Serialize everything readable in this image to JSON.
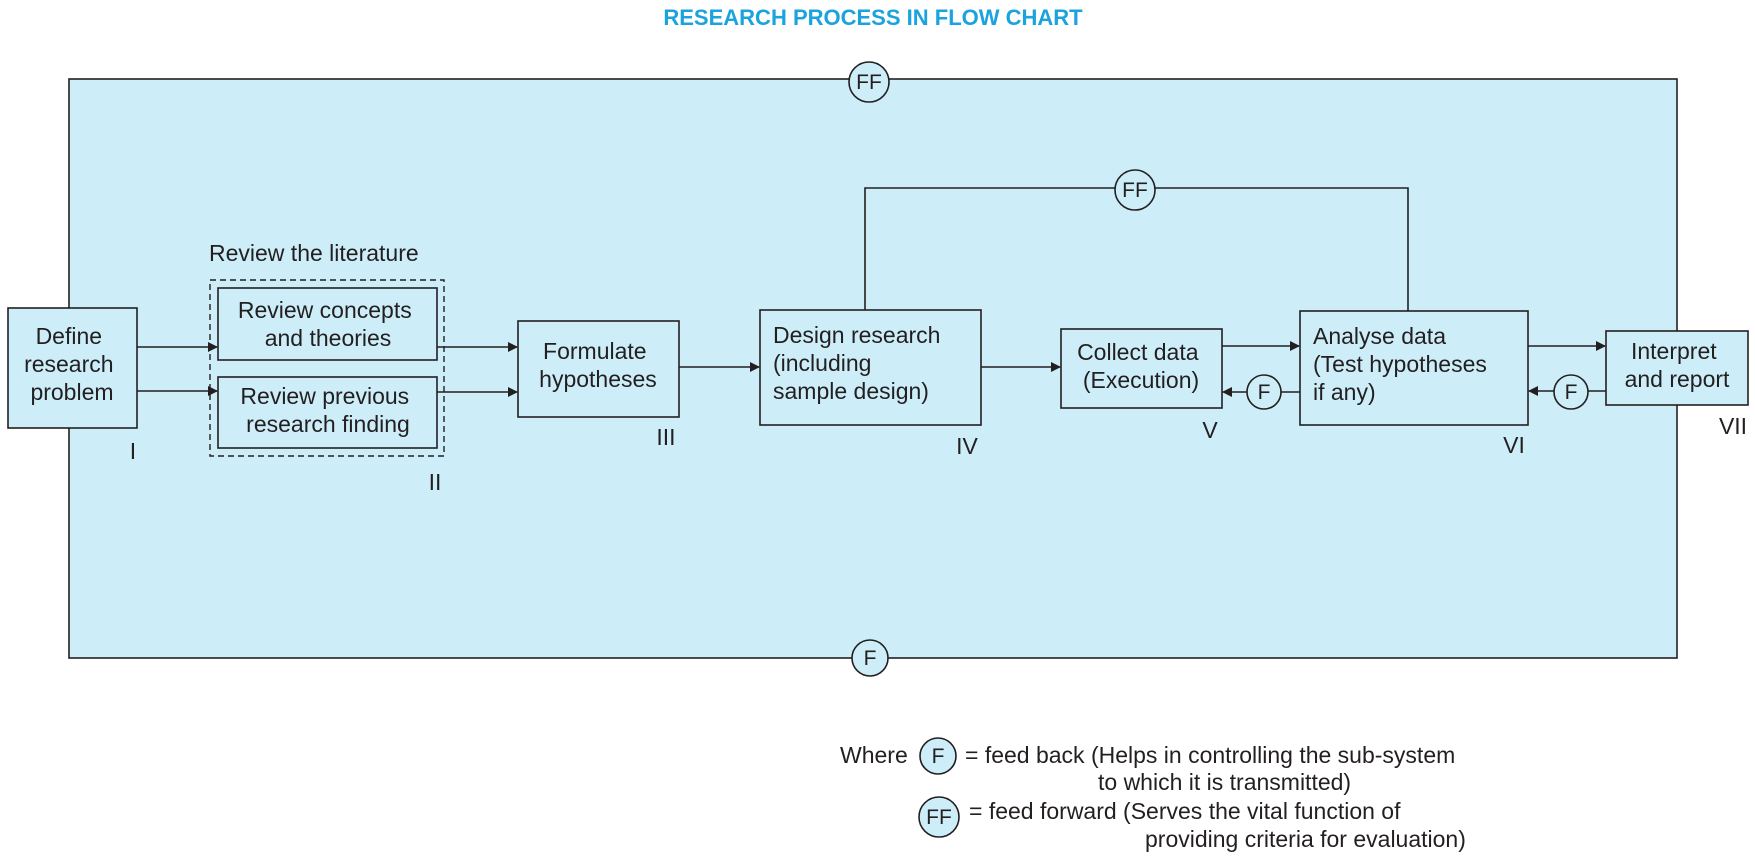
{
  "title": "RESEARCH PROCESS IN FLOW CHART",
  "colors": {
    "title": "#1aa3dc",
    "panel": "#cdeef9",
    "stroke": "#231f20"
  },
  "group_label": "Review the literature",
  "steps": {
    "define": [
      "Define",
      "research",
      "problem"
    ],
    "concepts": [
      "Review concepts",
      "and theories"
    ],
    "previous": [
      "Review previous",
      "research finding"
    ],
    "formulate": [
      "Formulate",
      "hypotheses"
    ],
    "design": [
      "Design research",
      "(including",
      "sample design)"
    ],
    "collect": [
      "Collect data",
      "(Execution)"
    ],
    "analyse": [
      "Analyse data",
      "(Test hypotheses",
      "if any)"
    ],
    "interpret": [
      "Interpret",
      "and report"
    ]
  },
  "numerals": {
    "i": "I",
    "ii": "II",
    "iii": "III",
    "iv": "IV",
    "v": "V",
    "vi": "VI",
    "vii": "VII"
  },
  "symbols": {
    "f": "F",
    "ff": "FF"
  },
  "legend": {
    "where": "Where",
    "f_line1": "= feed back (Helps in controlling the sub-system",
    "f_line2": "to which it is transmitted)",
    "ff_line1": "= feed forward (Serves the vital function of",
    "ff_line2": "providing criteria for evaluation)"
  }
}
